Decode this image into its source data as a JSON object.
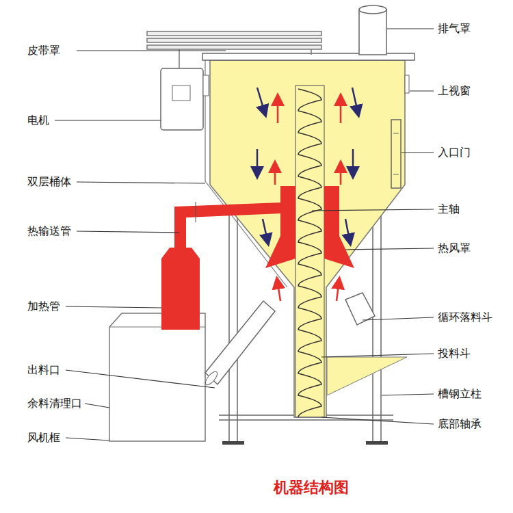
{
  "diagram": {
    "caption": "机器结构图",
    "labels": [
      "皮带罩",
      "电机",
      "双层桶体",
      "热输送管",
      "加热管",
      "出料口",
      "余料清理口",
      "风机框",
      "排气罩",
      "上视窗",
      "入口门",
      "主轴",
      "热风罩",
      "循环落料斗",
      "投料斗",
      "槽钢立柱",
      "底部轴承"
    ]
  }
}
